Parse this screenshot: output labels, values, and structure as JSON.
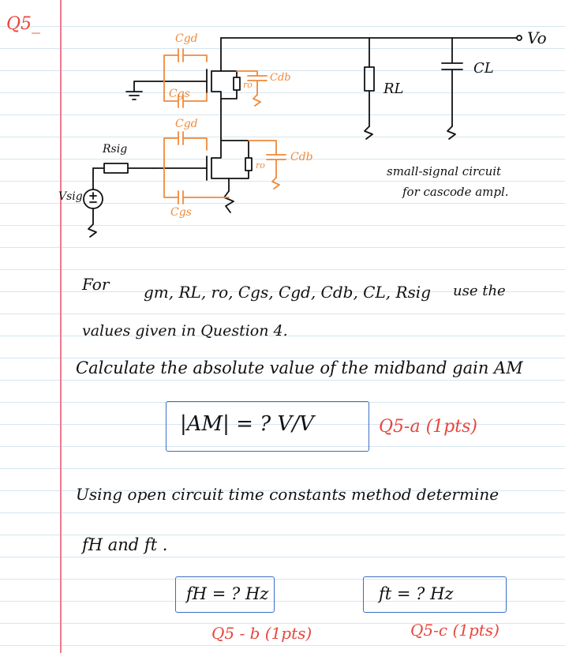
{
  "question_id": "Q5_",
  "circuit": {
    "output_label": "Vo",
    "load_resistor_label": "RL",
    "load_cap_label": "CL",
    "source_label": "Vsig",
    "source_resistor_label": "Rsig",
    "top_cgd_label": "Cgd",
    "top_cgs_label": "Cgs",
    "top_ro_label": "ro",
    "top_cdb_label": "Cdb",
    "bottom_cgd_label": "Cgd",
    "bottom_cgs_label": "Cgs",
    "bottom_ro_label": "ro",
    "bottom_cdb_label": "Cdb",
    "caption_line1": "small-signal circuit",
    "caption_line2": "for cascode ampl.",
    "wire_color": "#111111",
    "parasitic_color": "#ee8a3c"
  },
  "text": {
    "for_word": "For",
    "params": "gm, RL, ro, Cgs, Cgd, Cdb, CL, Rsig",
    "use_the": "use the",
    "values_line": "values given in Question 4.",
    "calc_line": "Calculate the absolute value of the midband gain AM",
    "gain_box": "|AM| = ?  V/V",
    "q5a": "Q5-a (1pts)",
    "using_line": "Using open circuit time constants method determine",
    "fh_ft_line": "fH and ft .",
    "fh_box": "fH = ? Hz",
    "ft_box": "ft = ? Hz",
    "q5b": "Q5 - b (1pts)",
    "q5c": "Q5-c (1pts)"
  },
  "colors": {
    "ink": "#111111",
    "answer_label_red": "#e8463c",
    "parasitic_orange": "#ee8a3c",
    "box_blue": "#3a6fc4",
    "margin_red": "#ef7b8a",
    "ruled_line_blue": "#d7e6ef"
  }
}
